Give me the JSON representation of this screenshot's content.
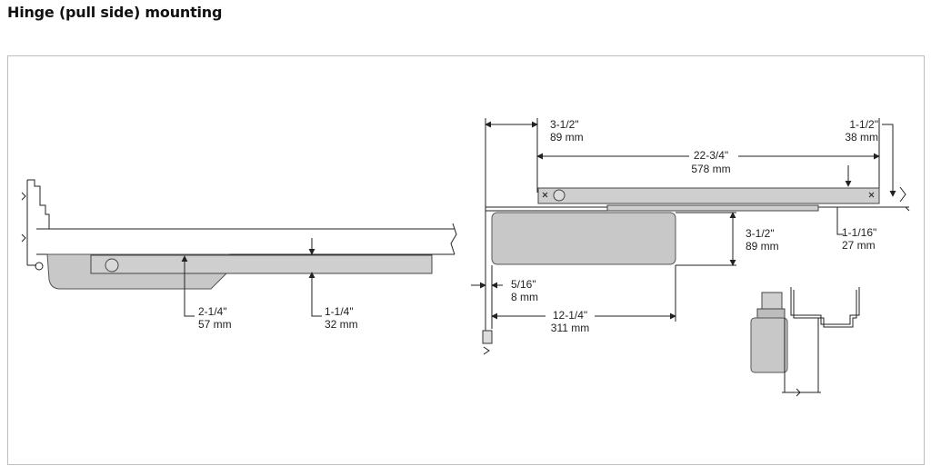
{
  "title": "Hinge (pull side) mounting",
  "dims": {
    "d1": {
      "in": "2-1/4\"",
      "mm": "57 mm"
    },
    "d2": {
      "in": "1-1/4\"",
      "mm": "32 mm"
    },
    "d3": {
      "in": "3-1/2\"",
      "mm": "89 mm"
    },
    "d4": {
      "in": "1-1/2\"",
      "mm": "38 mm"
    },
    "d5": {
      "in": "22-3/4\"",
      "mm": "578 mm"
    },
    "d6": {
      "in": "3-1/2\"",
      "mm": "89 mm"
    },
    "d7": {
      "in": "1-1/16\"",
      "mm": "27 mm"
    },
    "d8": {
      "in": "5/16\"",
      "mm": "8 mm"
    },
    "d9": {
      "in": "12-1/4\"",
      "mm": "311 mm"
    }
  },
  "colors": {
    "closer_body": "#c8c8c8",
    "lines": "#222222",
    "frame_border": "#bdbdbd"
  }
}
